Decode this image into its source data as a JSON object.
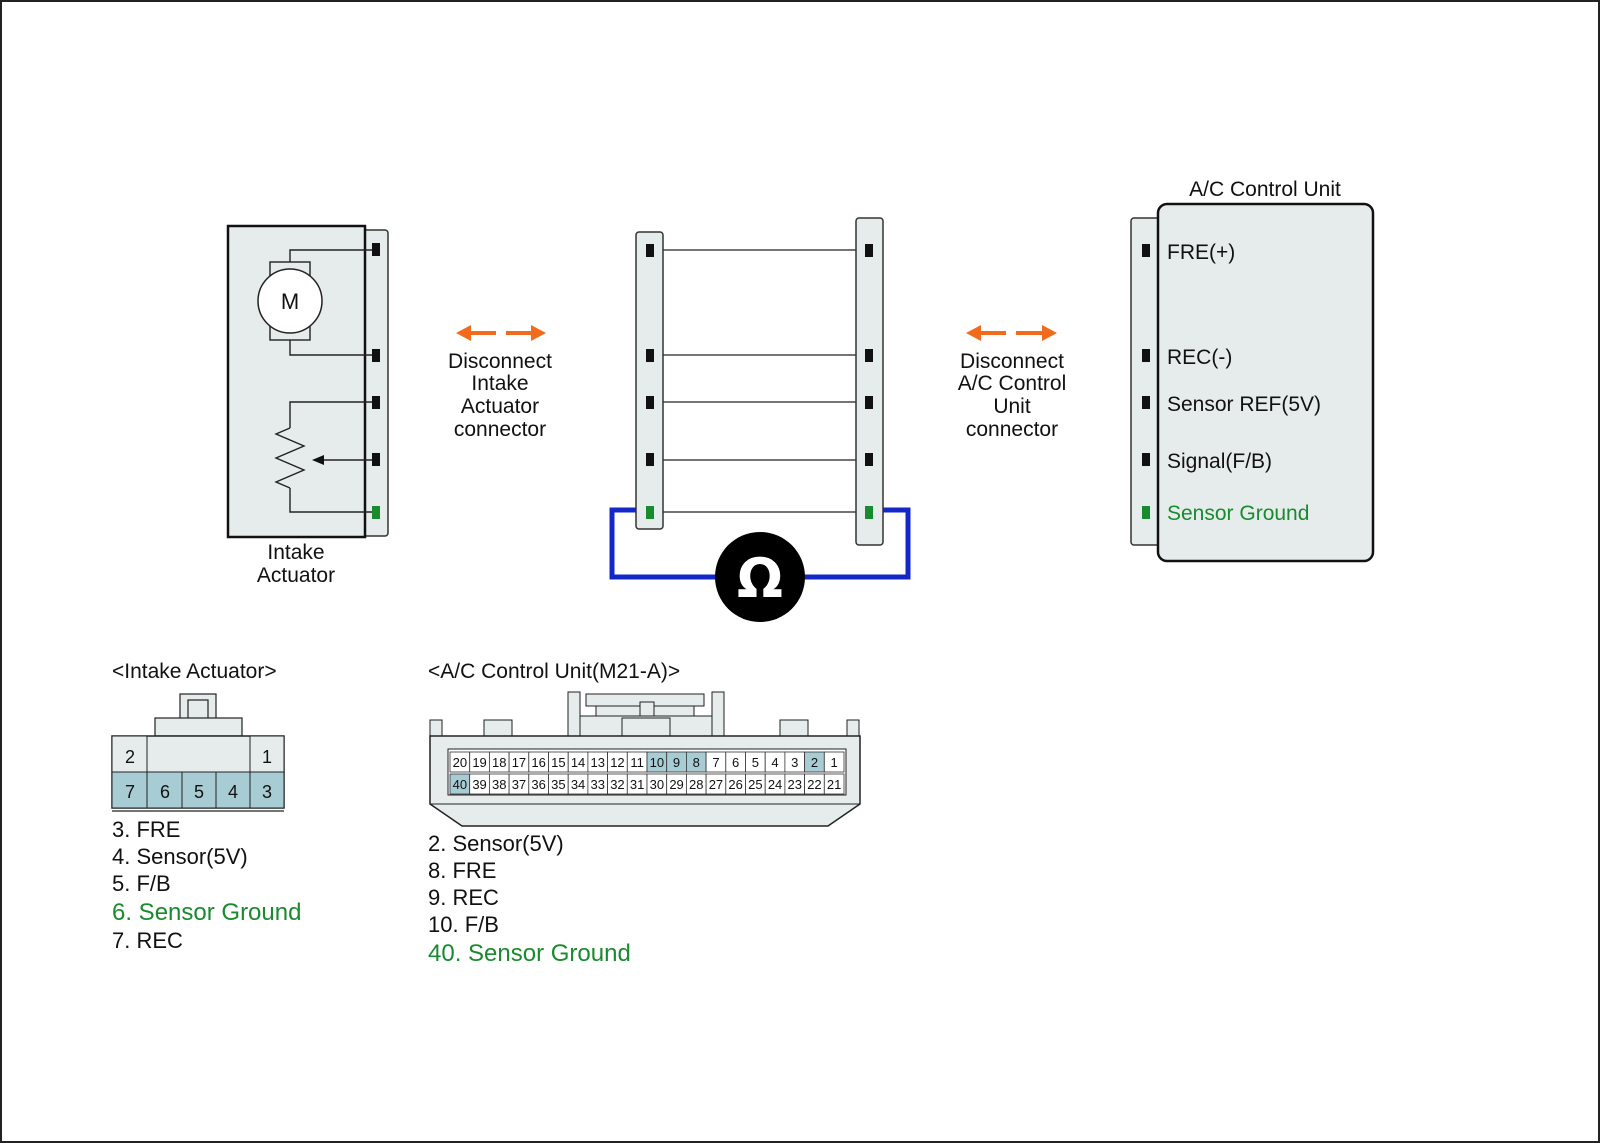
{
  "colors": {
    "wire_meter": "#1428c8",
    "arrow": "#f26a1b",
    "ground": "#1a8a2e",
    "panel": "#e6ecec",
    "pin_highlight": "#a8ccd4"
  },
  "icons": [
    "motor-icon",
    "potentiometer-icon",
    "ohmmeter-icon",
    "disconnect-arrow-icon"
  ],
  "actuator": {
    "label_line1": "Intake",
    "label_line2": "Actuator",
    "motor_letter": "M"
  },
  "disconnect_left": {
    "line1": "Disconnect",
    "line2": "Intake",
    "line3": "Actuator",
    "line4": "connector"
  },
  "disconnect_right": {
    "line1": "Disconnect",
    "line2": "A/C Control",
    "line3": "Unit",
    "line4": "connector"
  },
  "meter": {
    "symbol": "Ω"
  },
  "control_unit": {
    "title": "A/C Control Unit",
    "terminals": [
      "FRE(+)",
      "REC(-)",
      "Sensor REF(5V)",
      "Signal(F/B)",
      "Sensor Ground"
    ]
  },
  "intake_connector": {
    "title": "<Intake Actuator>",
    "top_pins": [
      "2",
      "1"
    ],
    "bottom_pins": [
      "7",
      "6",
      "5",
      "4",
      "3"
    ],
    "pin_list": [
      "3. FRE",
      "4. Sensor(5V)",
      "5. F/B",
      "6. Sensor Ground",
      "7. REC"
    ]
  },
  "acu_connector": {
    "title": "<A/C Control Unit(M21-A)>",
    "row1": [
      "20",
      "19",
      "18",
      "17",
      "16",
      "15",
      "14",
      "13",
      "12",
      "11",
      "10",
      "9",
      "8",
      "7",
      "6",
      "5",
      "4",
      "3",
      "2",
      "1"
    ],
    "row2": [
      "40",
      "39",
      "38",
      "37",
      "36",
      "35",
      "34",
      "33",
      "32",
      "31",
      "30",
      "29",
      "28",
      "27",
      "26",
      "25",
      "24",
      "23",
      "22",
      "21"
    ],
    "highlighted": [
      "10",
      "9",
      "8",
      "2",
      "40"
    ],
    "pin_list": [
      "2. Sensor(5V)",
      "8. FRE",
      "9. REC",
      "10. F/B",
      "40. Sensor Ground"
    ]
  }
}
